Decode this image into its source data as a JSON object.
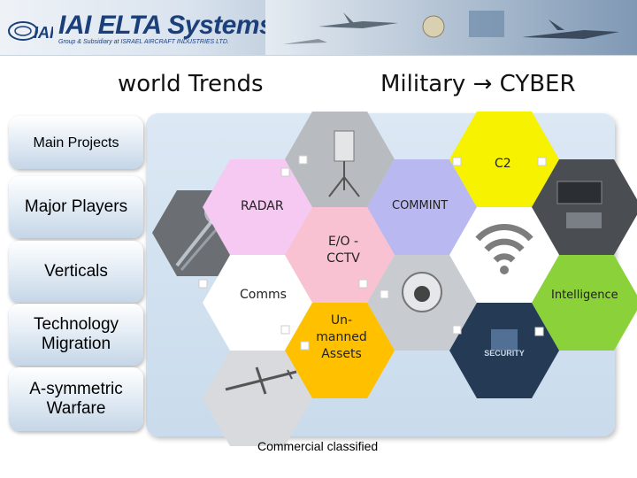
{
  "header": {
    "logo_text": "IAI ELTA Systems Ltd.",
    "logo_subtitle": "Group & Subsidiary at ISRAEL AIRCRAFT INDUSTRIES LTD."
  },
  "titles": {
    "left": "world Trends",
    "right": "Military → CYBER"
  },
  "side_menu": {
    "main_projects": "Main Projects",
    "major_players": "Major Players",
    "verticals": "Verticals",
    "technology_migration": "Technology Migration",
    "asymmetric_warfare": "A-symmetric Warfare"
  },
  "hexagons": {
    "radar": "RADAR",
    "commint": "COMMINT",
    "c2": "C2",
    "eo_cctv": "E/O - CCTV",
    "comms": "Comms",
    "intelligence": "Intelligence",
    "unmanned_assets": "Un-manned Assets"
  },
  "footer": "Commercial classified",
  "colors": {
    "radar": "#f6c9f2",
    "commint": "#b9b8f0",
    "c2": "#f7f200",
    "eo_cctv": "#f8c2d2",
    "comms": "#ffffff",
    "intelligence": "#8bd13a",
    "unmanned_assets": "#ffc000"
  }
}
